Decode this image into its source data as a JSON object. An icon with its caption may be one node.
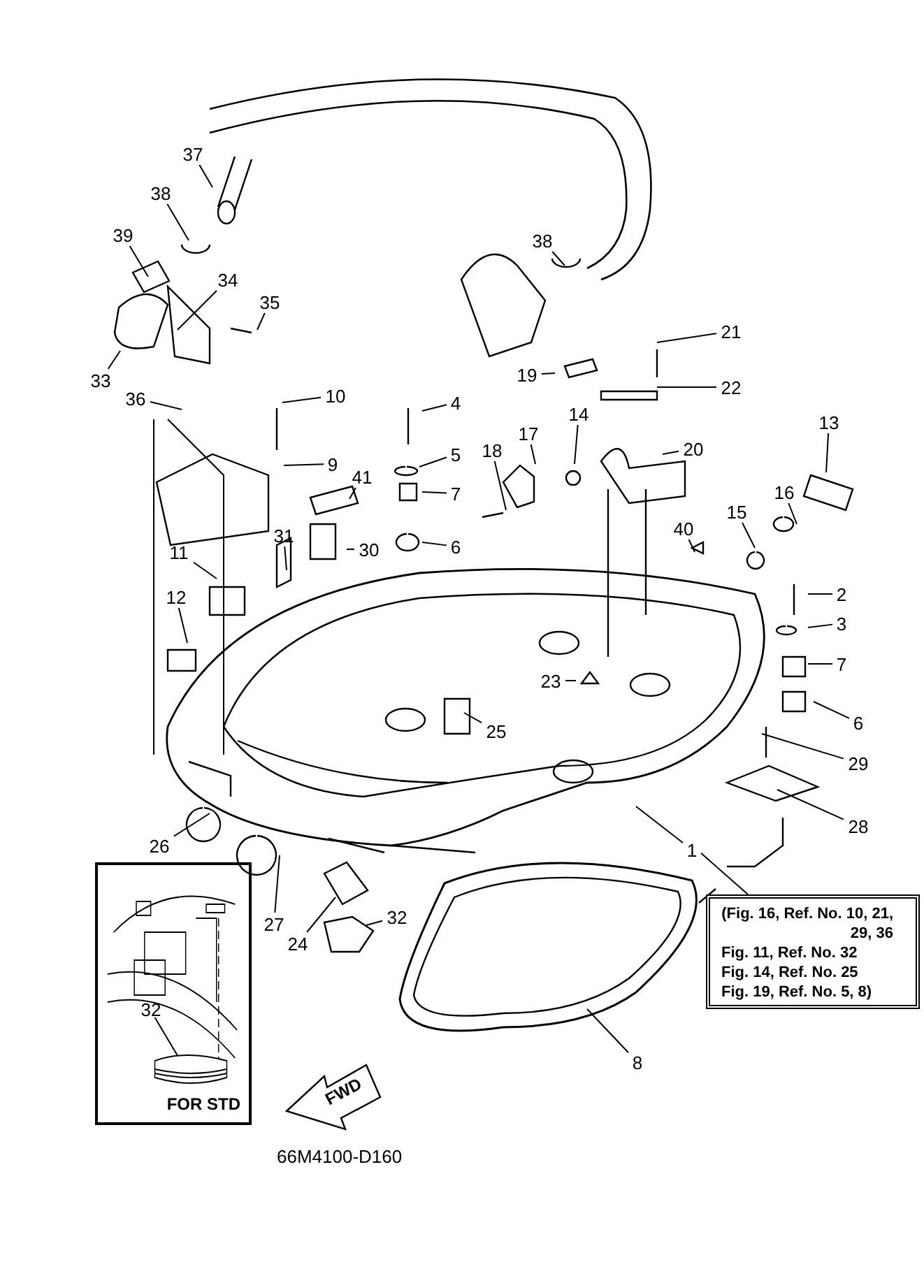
{
  "diagram": {
    "nodes": [
      {
        "text": [
          "37"
        ]
      },
      {
        "text": [
          "38"
        ]
      },
      {
        "text": [
          "39"
        ]
      },
      {
        "text": [
          "38"
        ]
      },
      {
        "text": [
          "34"
        ]
      },
      {
        "text": [
          "35"
        ]
      },
      {
        "text": [
          "21"
        ]
      },
      {
        "text": [
          "33"
        ]
      },
      {
        "text": [
          "36"
        ]
      },
      {
        "text": [
          "10"
        ]
      },
      {
        "text": [
          "4"
        ]
      },
      {
        "text": [
          "19"
        ]
      },
      {
        "text": [
          "22"
        ]
      },
      {
        "text": [
          "14"
        ]
      },
      {
        "text": [
          "17"
        ]
      },
      {
        "text": [
          "13"
        ]
      },
      {
        "text": [
          "9"
        ]
      },
      {
        "text": [
          "5"
        ]
      },
      {
        "text": [
          "41"
        ]
      },
      {
        "text": [
          "18"
        ]
      },
      {
        "text": [
          "20"
        ]
      },
      {
        "text": [
          "7"
        ]
      },
      {
        "text": [
          "16"
        ]
      },
      {
        "text": [
          "15"
        ]
      },
      {
        "text": [
          "40"
        ]
      },
      {
        "text": [
          "31"
        ]
      },
      {
        "text": [
          "30"
        ]
      },
      {
        "text": [
          "6"
        ]
      },
      {
        "text": [
          "11"
        ]
      },
      {
        "text": [
          "2"
        ]
      },
      {
        "text": [
          "3"
        ]
      },
      {
        "text": [
          "7"
        ]
      },
      {
        "text": [
          "12"
        ]
      },
      {
        "text": [
          "23"
        ]
      },
      {
        "text": [
          "6"
        ]
      },
      {
        "text": [
          "25"
        ]
      },
      {
        "text": [
          "29"
        ]
      },
      {
        "text": [
          "28"
        ]
      },
      {
        "text": [
          "26"
        ]
      },
      {
        "text": [
          "1"
        ]
      },
      {
        "text": [
          "(Fig. 16, Ref. No. 10, 21, 29, 36",
          "Fig. 11, Ref. No. 32",
          "Fig. 14, Ref. No. 25",
          "Fig. 19, Ref. No. 5, 8)"
        ]
      },
      {
        "text": [
          "FOR STD"
        ]
      },
      {
        "text": [
          "32"
        ],
        "in": 41
      },
      {
        "text": [
          "27"
        ]
      },
      {
        "text": [
          "24"
        ]
      },
      {
        "text": [
          "32"
        ]
      },
      {
        "text": [
          "8"
        ]
      }
    ],
    "edges": [
      {
        "from": 0,
        "to": null,
        "arrow": "none"
      },
      {
        "from": 1,
        "to": null,
        "arrow": "none"
      },
      {
        "from": 2,
        "to": null,
        "arrow": "none"
      },
      {
        "from": 3,
        "to": null,
        "arrow": "none"
      },
      {
        "from": 4,
        "to": null,
        "arrow": "none"
      },
      {
        "from": 5,
        "to": null,
        "arrow": "none"
      },
      {
        "from": 6,
        "to": null,
        "arrow": "none"
      },
      {
        "from": 7,
        "to": null,
        "arrow": "none"
      },
      {
        "from": 8,
        "to": null,
        "arrow": "none"
      },
      {
        "from": 9,
        "to": null,
        "arrow": "none"
      },
      {
        "from": 10,
        "to": null,
        "arrow": "none"
      },
      {
        "from": 11,
        "to": null,
        "arrow": "none"
      },
      {
        "from": 12,
        "to": null,
        "arrow": "none"
      },
      {
        "from": 13,
        "to": null,
        "arrow": "none"
      },
      {
        "from": 14,
        "to": null,
        "arrow": "none"
      },
      {
        "from": 15,
        "to": null,
        "arrow": "none"
      },
      {
        "from": 16,
        "to": null,
        "arrow": "none"
      },
      {
        "from": 17,
        "to": null,
        "arrow": "none"
      },
      {
        "from": 18,
        "to": null,
        "arrow": "none"
      },
      {
        "from": 19,
        "to": null,
        "arrow": "none"
      },
      {
        "from": 20,
        "to": null,
        "arrow": "none"
      },
      {
        "from": 21,
        "to": null,
        "arrow": "none"
      },
      {
        "from": 22,
        "to": null,
        "arrow": "none"
      },
      {
        "from": 23,
        "to": null,
        "arrow": "none"
      },
      {
        "from": 24,
        "to": null,
        "arrow": "none"
      },
      {
        "from": 25,
        "to": null,
        "arrow": "none"
      },
      {
        "from": 26,
        "to": null,
        "arrow": "none"
      },
      {
        "from": 27,
        "to": null,
        "arrow": "none"
      },
      {
        "from": 28,
        "to": null,
        "arrow": "none"
      },
      {
        "from": 29,
        "to": null,
        "arrow": "none"
      },
      {
        "from": 30,
        "to": null,
        "arrow": "none"
      },
      {
        "from": 31,
        "to": null,
        "arrow": "none"
      },
      {
        "from": 32,
        "to": null,
        "arrow": "none"
      },
      {
        "from": 33,
        "to": null,
        "arrow": "none"
      },
      {
        "from": 34,
        "to": null,
        "arrow": "none"
      },
      {
        "from": 35,
        "to": null,
        "arrow": "none"
      },
      {
        "from": 36,
        "to": null,
        "arrow": "none"
      },
      {
        "from": 37,
        "to": null,
        "arrow": "none"
      },
      {
        "from": 38,
        "to": null,
        "arrow": "none"
      },
      {
        "from": 39,
        "to": null,
        "arrow": "none"
      },
      {
        "from": 39,
        "to": 40,
        "arrow": "none"
      },
      {
        "from": 42,
        "to": null,
        "arrow": "none"
      },
      {
        "from": 43,
        "to": null,
        "arrow": "none"
      },
      {
        "from": 44,
        "to": null,
        "arrow": "none"
      },
      {
        "from": 45,
        "to": null,
        "arrow": "none"
      },
      {
        "from": 46,
        "to": null,
        "arrow": "none"
      }
    ],
    "labels": [
      "FWD",
      "66M4100-D160"
    ]
  }
}
